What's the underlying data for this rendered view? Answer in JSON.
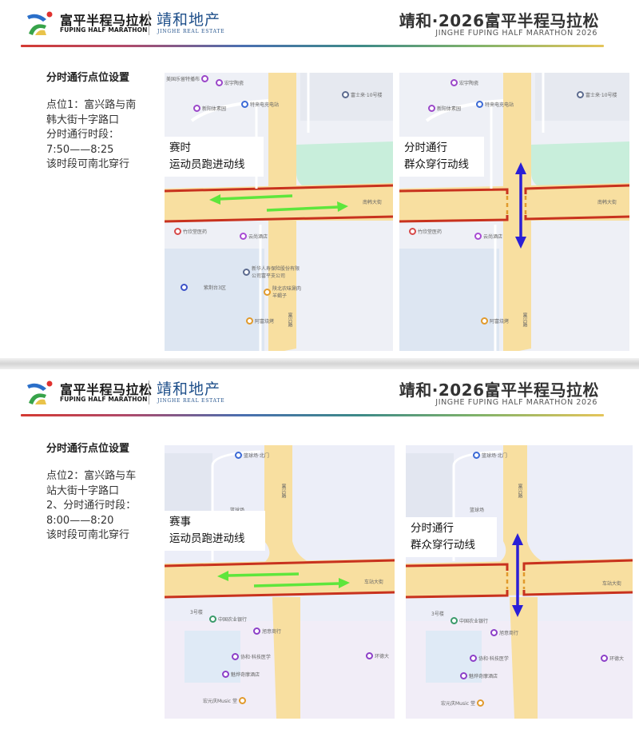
{
  "header": {
    "logo_cn": "富平半程马拉松",
    "logo_en": "FUPING HALF MARATHON",
    "sponsor_cn": "靖和地产",
    "sponsor_en": "JINGHE REAL ESTATE",
    "title_cn": "靖和·2026富平半程马拉松",
    "title_en": "JINGHE FUPING HALF MARATHON 2026"
  },
  "colors": {
    "route_red": "#c8321e",
    "runner_arrow_green": "#5ee63c",
    "crowd_arrow_blue": "#2a1fd6",
    "road_yellow": "#f8dfa0",
    "map_bg": "#eef0f6",
    "park_green": "#c8eedb"
  },
  "slides": [
    {
      "heading": "分时通行点位设置",
      "lines": [
        "点位1：富兴路与南",
        "韩大街十字路口",
        "分时通行时段：",
        "7:50——8:25",
        "该时段可南北穿行"
      ],
      "map_left": {
        "label_line1": "赛时",
        "label_line2": "运动员跑进动线",
        "road_h": "南韩大街",
        "road_v": "富兴路",
        "pois": [
          "美国乐留特播布",
          "宏宇陶瓷",
          "新阳体素园",
          "特来电充电站",
          "富士来·10号楼",
          "竹欣堂医药",
          "云尚酒店",
          "新华人寿保险股份有限公司富平支公司",
          "陕北农味涮肉羊蝎子",
          "紫荆台3区",
          "阿富烧烤"
        ]
      },
      "map_right": {
        "label_line1": "分时通行",
        "label_line2": "群众穿行动线",
        "road_h": "南韩大街",
        "road_v": "富兴路"
      }
    },
    {
      "heading": "分时通行点位设置",
      "lines": [
        "点位2：富兴路与车",
        "站大街十字路口",
        "2、分时通行时段：",
        "8:00——8:20",
        "该时段可南北穿行"
      ],
      "map_left": {
        "label_line1": "赛事",
        "label_line2": "运动员跑进动线",
        "road_h": "车站大街",
        "road_v": "富兴路",
        "pois": [
          "篮球场·北门",
          "篮球场",
          "3号楼",
          "中国农业银行",
          "旭意商行",
          "协和·科技医学",
          "魅烨奇摩酒店",
          "宏元庆Music 堂",
          "环德大"
        ]
      },
      "map_right": {
        "label_line1": "分时通行",
        "label_line2": "群众穿行动线",
        "road_h": "车站大街",
        "road_v": "富兴路"
      }
    }
  ]
}
